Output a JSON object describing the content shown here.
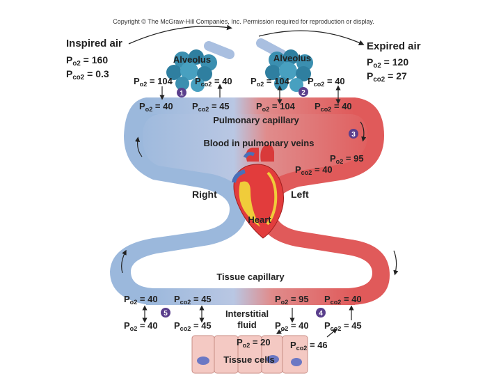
{
  "copyright": "Copyright © The McGraw-Hill Companies, Inc. Permission required for reproduction or display.",
  "inspired": {
    "title": "Inspired air",
    "po2": "160",
    "pco2": "0.3"
  },
  "expired": {
    "title": "Expired air",
    "po2": "120",
    "pco2": "27"
  },
  "labels": {
    "alveolus_left": "Alveolus",
    "alveolus_right": "Alveolus",
    "pulmonary_capillary": "Pulmonary capillary",
    "blood_pulmonary_veins": "Blood in pulmonary veins",
    "right": "Right",
    "left": "Left",
    "heart": "Heart",
    "tissue_capillary": "Tissue capillary",
    "interstitial_1": "Interstitial",
    "interstitial_2": "fluid",
    "tissue_cells": "Tissue cells"
  },
  "pressures": {
    "alv_left_po2": "104",
    "alv_left_pco2": "40",
    "alv_right_po2": "104",
    "alv_right_pco2": "40",
    "pulm_cap_in_po2": "40",
    "pulm_cap_in_pco2": "45",
    "pulm_cap_out_po2": "104",
    "pulm_cap_out_pco2": "40",
    "pulm_vein_po2": "95",
    "pulm_vein_pco2": "40",
    "tissue_cap_venous_po2": "40",
    "tissue_cap_venous_pco2": "45",
    "tissue_cap_arterial_po2": "95",
    "tissue_cap_arterial_pco2": "40",
    "interstitial_left_po2": "40",
    "interstitial_left_pco2": "45",
    "interstitial_right_po2": "40",
    "interstitial_right_pco2": "45",
    "tissue_cell_po2": "20",
    "tissue_cell_pco2": "46"
  },
  "prefix": {
    "p": "P",
    "o": "o",
    "co": "co",
    "two": "2",
    "eq": " = "
  },
  "steps": [
    "1",
    "2",
    "3",
    "4",
    "5"
  ],
  "colors": {
    "venous": "#9bb8dc",
    "arterial": "#e05a5a",
    "step_badge": "#5a3f8c",
    "alveolus": "#3b8fb0",
    "tissue": "#f4c9c3"
  }
}
